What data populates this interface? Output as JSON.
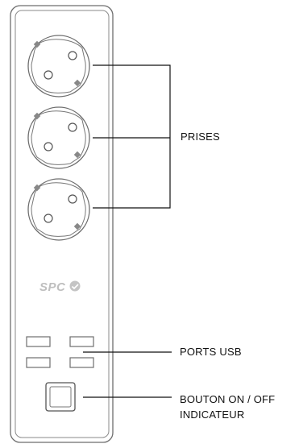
{
  "labels": {
    "prises": "PRISES",
    "ports_usb": "PORTS USB",
    "bouton": "BOUTON ON / OFF",
    "indicateur": "INDICATEUR"
  },
  "logo": {
    "text": "SPC"
  },
  "components": {
    "socket_count": 3,
    "usb_port_count": 4
  },
  "colors": {
    "outline": "#6e6e6e",
    "line": "#111111",
    "logo": "#bfbfbf"
  }
}
